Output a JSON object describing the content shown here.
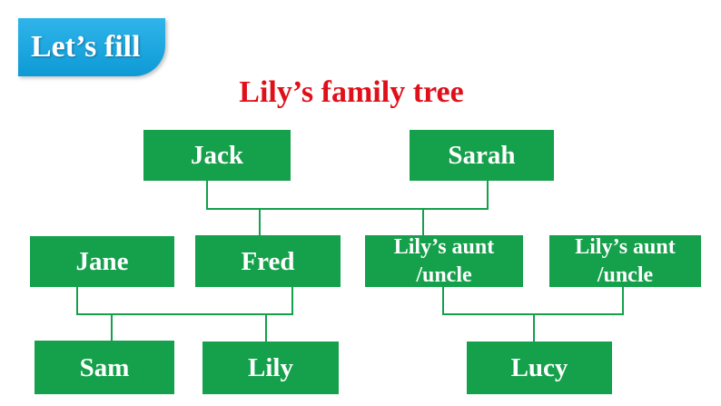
{
  "header": {
    "banner_label": "Let’s fill"
  },
  "diagram": {
    "title": "Lily’s family tree",
    "nodes": {
      "jack": "Jack",
      "sarah": "Sarah",
      "jane": "Jane",
      "fred": "Fred",
      "aunt_uncle_1": "Lily’s aunt\n/uncle",
      "aunt_uncle_2": "Lily’s aunt\n/uncle",
      "sam": "Sam",
      "lily": "Lily",
      "lucy": "Lucy"
    }
  },
  "colors": {
    "node_fill": "#15a04b",
    "title": "#e0101a",
    "banner": "#0e9ad6"
  }
}
